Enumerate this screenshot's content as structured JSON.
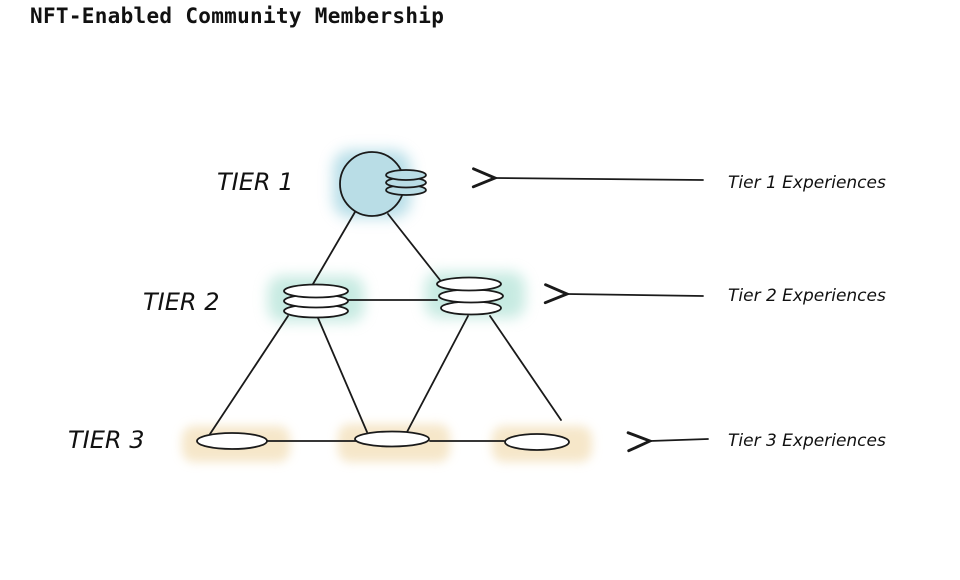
{
  "title": "NFT-Enabled Community Membership",
  "tiers": [
    {
      "label": "TIER 1",
      "experience": "Tier 1 Experiences"
    },
    {
      "label": "TIER 2",
      "experience": "Tier 2 Experiences"
    },
    {
      "label": "TIER 3",
      "experience": "Tier 3 Experiences"
    }
  ],
  "colors": {
    "tier1_highlight": "#7fc4d6",
    "tier2_highlight": "#8fd6c4",
    "tier3_highlight": "#f3dfb8",
    "ink": "#1a1a1a"
  }
}
